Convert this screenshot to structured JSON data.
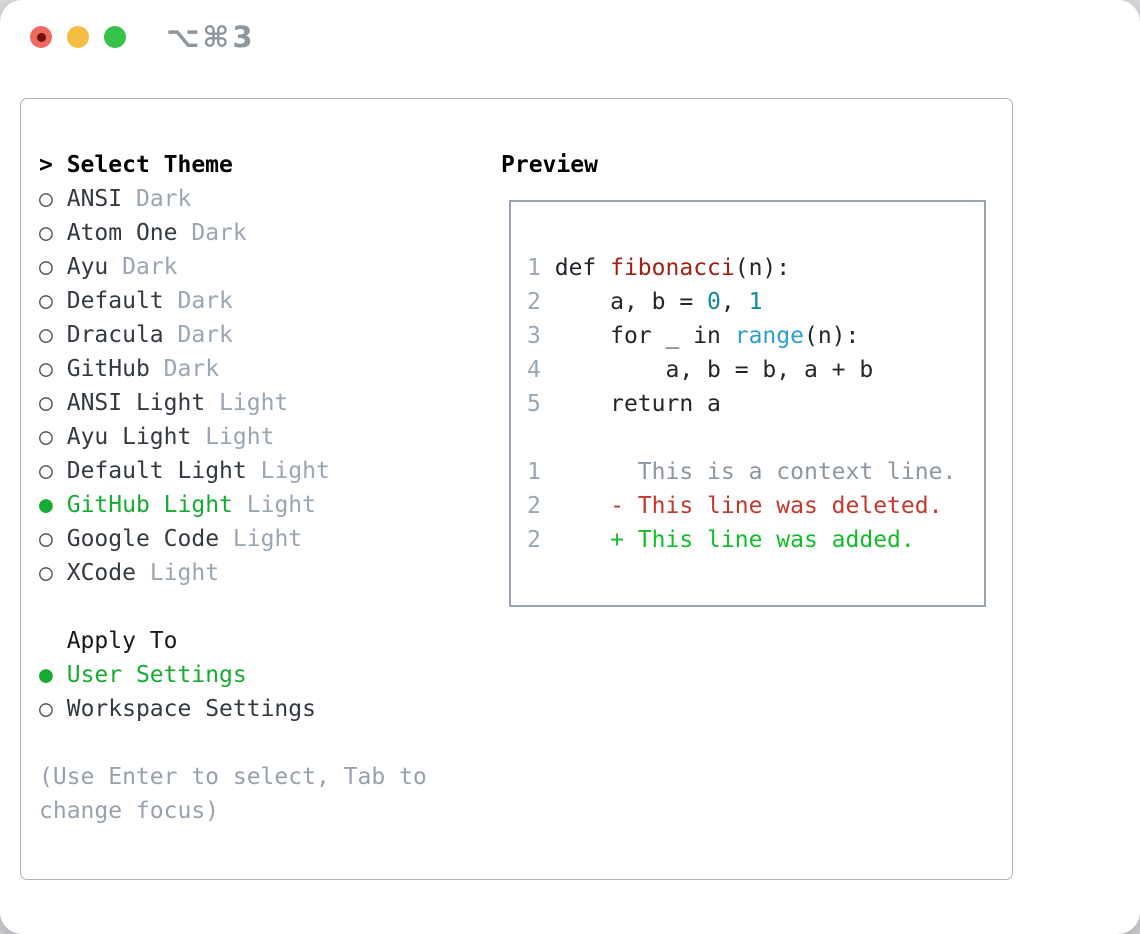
{
  "window": {
    "title_shortcut": "⌥⌘3"
  },
  "theme_panel": {
    "cursor": "> ",
    "select_heading": "Select Theme",
    "icons": {
      "selected": "●",
      "unselected": "○"
    },
    "themes": [
      {
        "name": "ANSI",
        "tag": "Dark",
        "selected": false
      },
      {
        "name": "Atom One",
        "tag": "Dark",
        "selected": false
      },
      {
        "name": "Ayu",
        "tag": "Dark",
        "selected": false
      },
      {
        "name": "Default",
        "tag": "Dark",
        "selected": false
      },
      {
        "name": "Dracula",
        "tag": "Dark",
        "selected": false
      },
      {
        "name": "GitHub",
        "tag": "Dark",
        "selected": false
      },
      {
        "name": "ANSI Light",
        "tag": "Light",
        "selected": false
      },
      {
        "name": "Ayu Light",
        "tag": "Light",
        "selected": false
      },
      {
        "name": "Default Light",
        "tag": "Light",
        "selected": false
      },
      {
        "name": "GitHub Light",
        "tag": "Light",
        "selected": true
      },
      {
        "name": "Google Code",
        "tag": "Light",
        "selected": false
      },
      {
        "name": "XCode",
        "tag": "Light",
        "selected": false
      }
    ],
    "apply_heading": "Apply To",
    "apply_options": [
      {
        "name": "User Settings",
        "selected": true
      },
      {
        "name": "Workspace Settings",
        "selected": false
      }
    ],
    "hint_lines": [
      "(Use Enter to select, Tab to",
      "change focus)"
    ]
  },
  "preview": {
    "heading": "Preview",
    "code_lines": [
      {
        "num": "1",
        "segments": [
          {
            "style": "plain",
            "text": "def "
          },
          {
            "style": "function",
            "text": "fibonacci"
          },
          {
            "style": "plain",
            "text": "(n):"
          }
        ]
      },
      {
        "num": "2",
        "segments": [
          {
            "style": "plain",
            "text": "    a, b = "
          },
          {
            "style": "number",
            "text": "0"
          },
          {
            "style": "plain",
            "text": ", "
          },
          {
            "style": "number",
            "text": "1"
          }
        ]
      },
      {
        "num": "3",
        "segments": [
          {
            "style": "plain",
            "text": "    for _ in "
          },
          {
            "style": "builtin",
            "text": "range"
          },
          {
            "style": "plain",
            "text": "(n):"
          }
        ]
      },
      {
        "num": "4",
        "segments": [
          {
            "style": "plain",
            "text": "        a, b = b, a + b"
          }
        ]
      },
      {
        "num": "5",
        "segments": [
          {
            "style": "plain",
            "text": "    return a"
          }
        ]
      }
    ],
    "diff_lines": [
      {
        "num": "1",
        "style": "context",
        "text": "      This is a context line."
      },
      {
        "num": "2",
        "style": "deleted",
        "text": "    - This line was deleted."
      },
      {
        "num": "2",
        "style": "added",
        "text": "    + This line was added."
      }
    ]
  },
  "colors": {
    "accent_green": "#17ab33",
    "added_green": "#13bd2a",
    "deleted_red": "#c5372c",
    "function_red": "#a31f14",
    "number_teal": "#0f8d99",
    "builtin_blue": "#2b9fd0",
    "context_gray": "#8e979f",
    "tag_gray": "#9aa6b4",
    "hint_gray": "#98a2ae",
    "text_dark": "#343a41",
    "border_gray": "#adb5bd",
    "border_gray2": "#9aa4b0",
    "title_gray": "#8e969e",
    "traffic_red": "#ee6a5f",
    "traffic_yellow": "#f5bd42",
    "traffic_green": "#35c14a"
  }
}
